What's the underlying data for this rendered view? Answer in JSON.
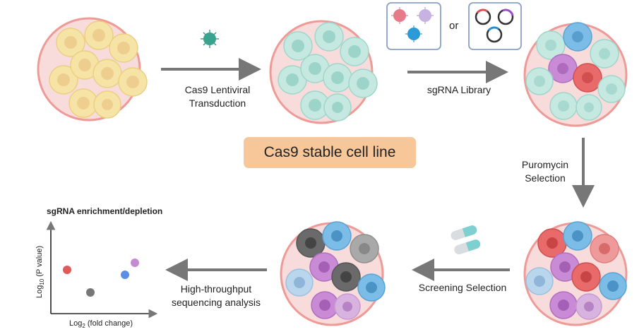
{
  "labels": {
    "transduction_line1": "Cas9 Lentiviral",
    "transduction_line2": "Transduction",
    "library": "sgRNA Library",
    "or": "or",
    "badge": "Cas9 stable cell line",
    "selection_line1": "Puromycin",
    "selection_line2": "Selection",
    "screening": "Screening Selection",
    "sequencing_line1": "High-throughput",
    "sequencing_line2": "sequencing analysis"
  },
  "graph": {
    "title": "sgRNA enrichment/depletion",
    "xlabel_prefix": "Log",
    "xlabel_sub": "2",
    "xlabel_rest": " (fold change)",
    "ylabel_prefix": "Log",
    "ylabel_sub": "10",
    "ylabel_rest": " (P value)",
    "point_colors": [
      "#e05a5a",
      "#777777",
      "#5b8fe6",
      "#c48bd0"
    ]
  },
  "colors": {
    "dish_fill": "#f8dcdc",
    "dish_edge": "#ee9a96",
    "yellow_cell": "#f6e3a6",
    "teal_cell": "#c5e8e1",
    "purple_cell": "#c98bd6",
    "red_cell": "#e86a6a",
    "blue_cell": "#7bbde6",
    "gray_cell": "#6a6a6a",
    "badge": "#f7c79a",
    "arrow": "#777777"
  }
}
